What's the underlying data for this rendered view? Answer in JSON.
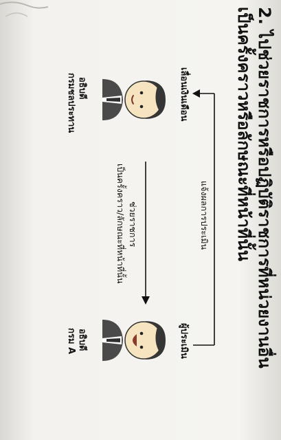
{
  "title": {
    "line1": "2. ไปช่วยราชการหรือปฏิบัติราชการที่หน่วยงานอื่น",
    "line2": "เป็นครั้งคราวหรือลักษณะที่หน้าที่นั้น"
  },
  "left_actor": {
    "role": "อธิบดี",
    "org": "กรมชลประทาน",
    "position": "เลื่อนเงินเดือน"
  },
  "right_actor": {
    "role": "อธิบดี",
    "org": "กรม A",
    "position": "ผู้ประเมิน"
  },
  "arrow_top": {
    "label": "ช่วยราชการ",
    "sublabel": "เป็นครั้งคราว/ลักษณะที่หน้าที่นั้น"
  },
  "arrow_bottom": {
    "label": "แจ้งผลการประเมิน"
  }
}
